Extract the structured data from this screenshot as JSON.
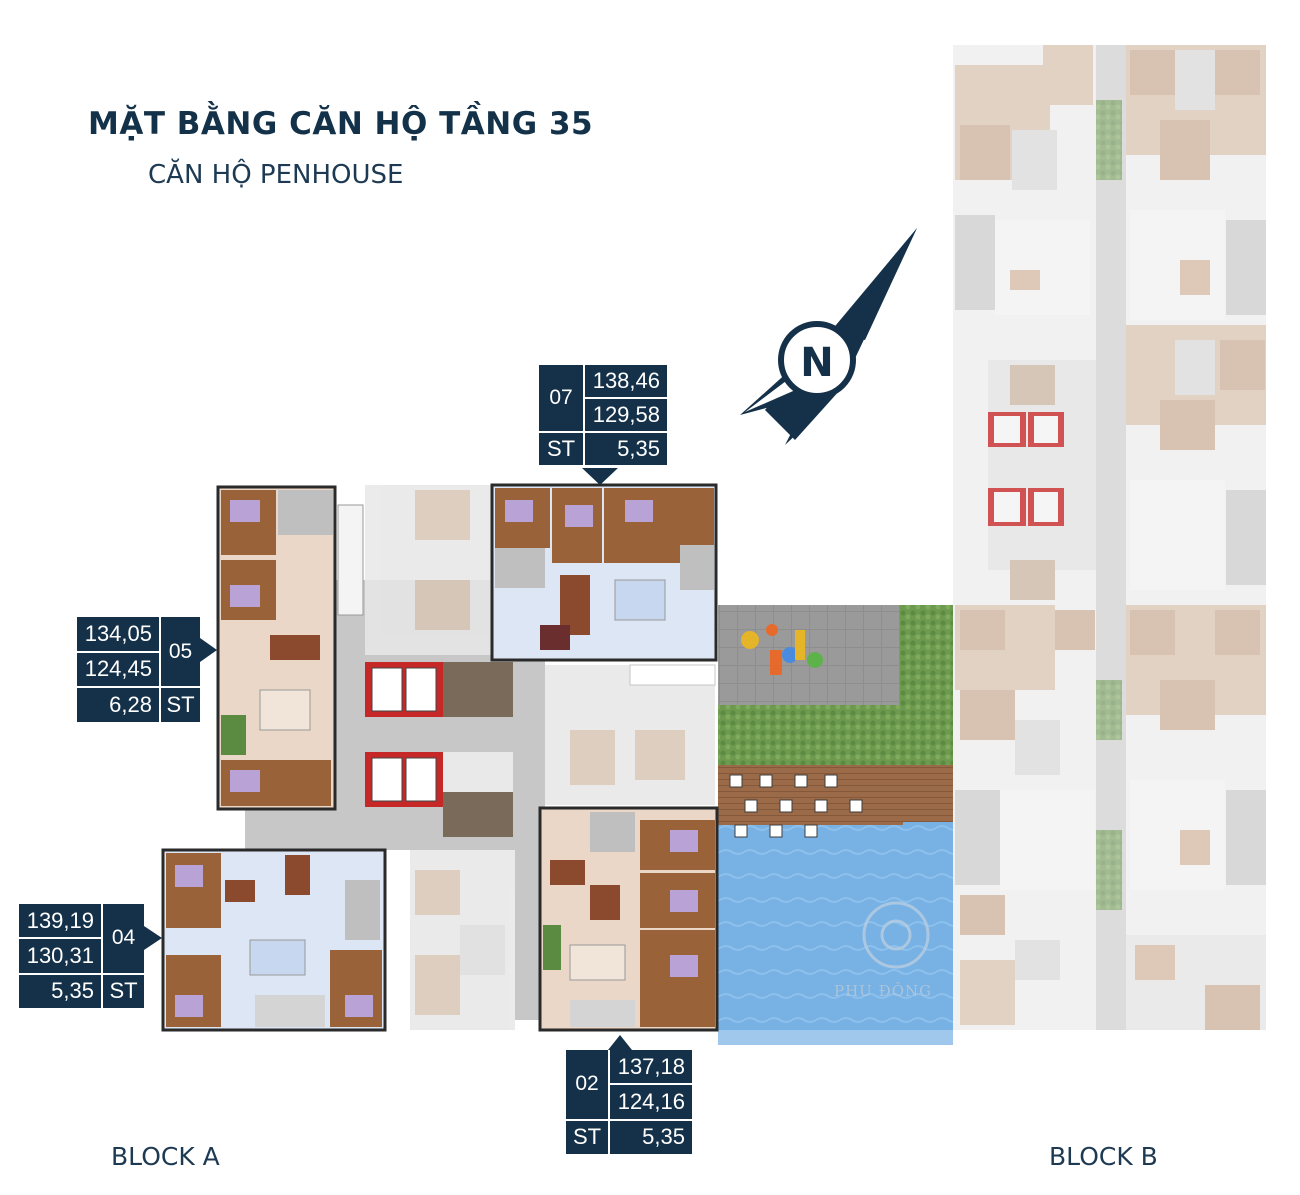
{
  "title": "MẶT BẰNG CĂN HỘ TẦNG 35",
  "subtitle": "CĂN HỘ PENHOUSE",
  "compass": {
    "letter": "N"
  },
  "blocks": {
    "a": "BLOCK A",
    "b": "BLOCK B"
  },
  "watermark": "PHU ĐÔNG",
  "units": {
    "u07": {
      "id": "07",
      "area_gross": "138,46",
      "area_net": "129,58",
      "st_label": "ST",
      "st_value": "5,35"
    },
    "u05": {
      "id": "05",
      "area_gross": "134,05",
      "area_net": "124,45",
      "st_label": "ST",
      "st_value": "6,28"
    },
    "u04": {
      "id": "04",
      "area_gross": "139,19",
      "area_net": "130,31",
      "st_label": "ST",
      "st_value": "5,35"
    },
    "u02": {
      "id": "02",
      "area_gross": "137,18",
      "area_net": "124,16",
      "st_label": "ST",
      "st_value": "5,35"
    }
  },
  "colors": {
    "navy": "#143149",
    "wood": "#9a6238",
    "floor_beige": "#ead7c7",
    "living_blue": "#dde6f4",
    "pool": "#7fb6e6",
    "grass": "#6f9d52",
    "corridor": "#cfcfcf",
    "faded": "#e6e6e6",
    "elevator_red": "#c62828"
  }
}
